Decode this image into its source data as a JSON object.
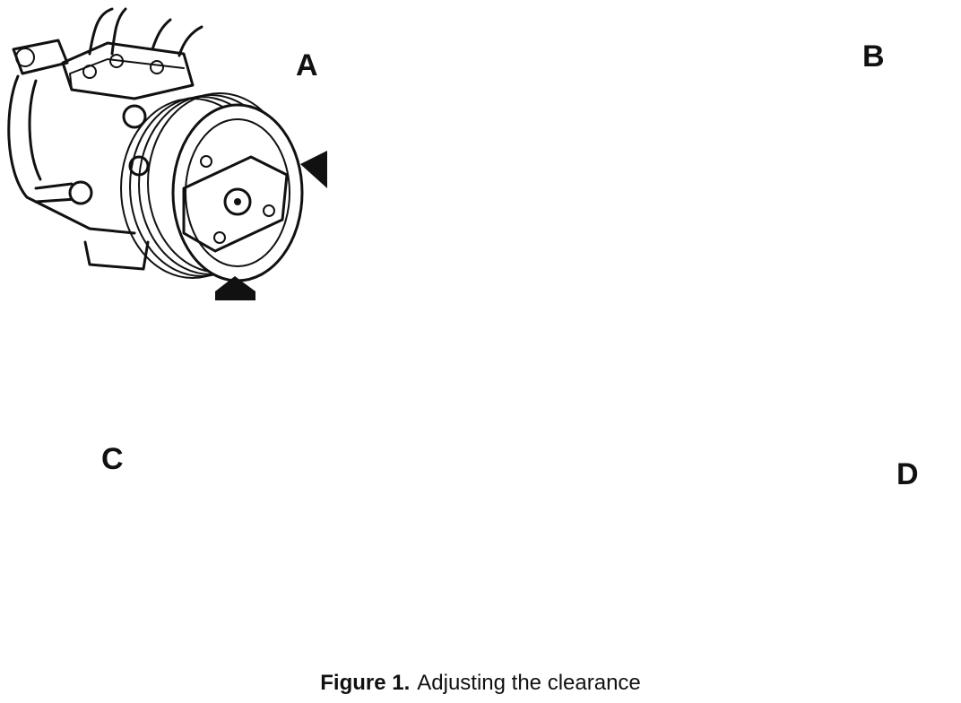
{
  "panels": {
    "a": "A",
    "b": "B",
    "c": "C",
    "d": "D"
  },
  "caption": {
    "number": "Figure 1.",
    "text": "Adjusting the clearance"
  }
}
